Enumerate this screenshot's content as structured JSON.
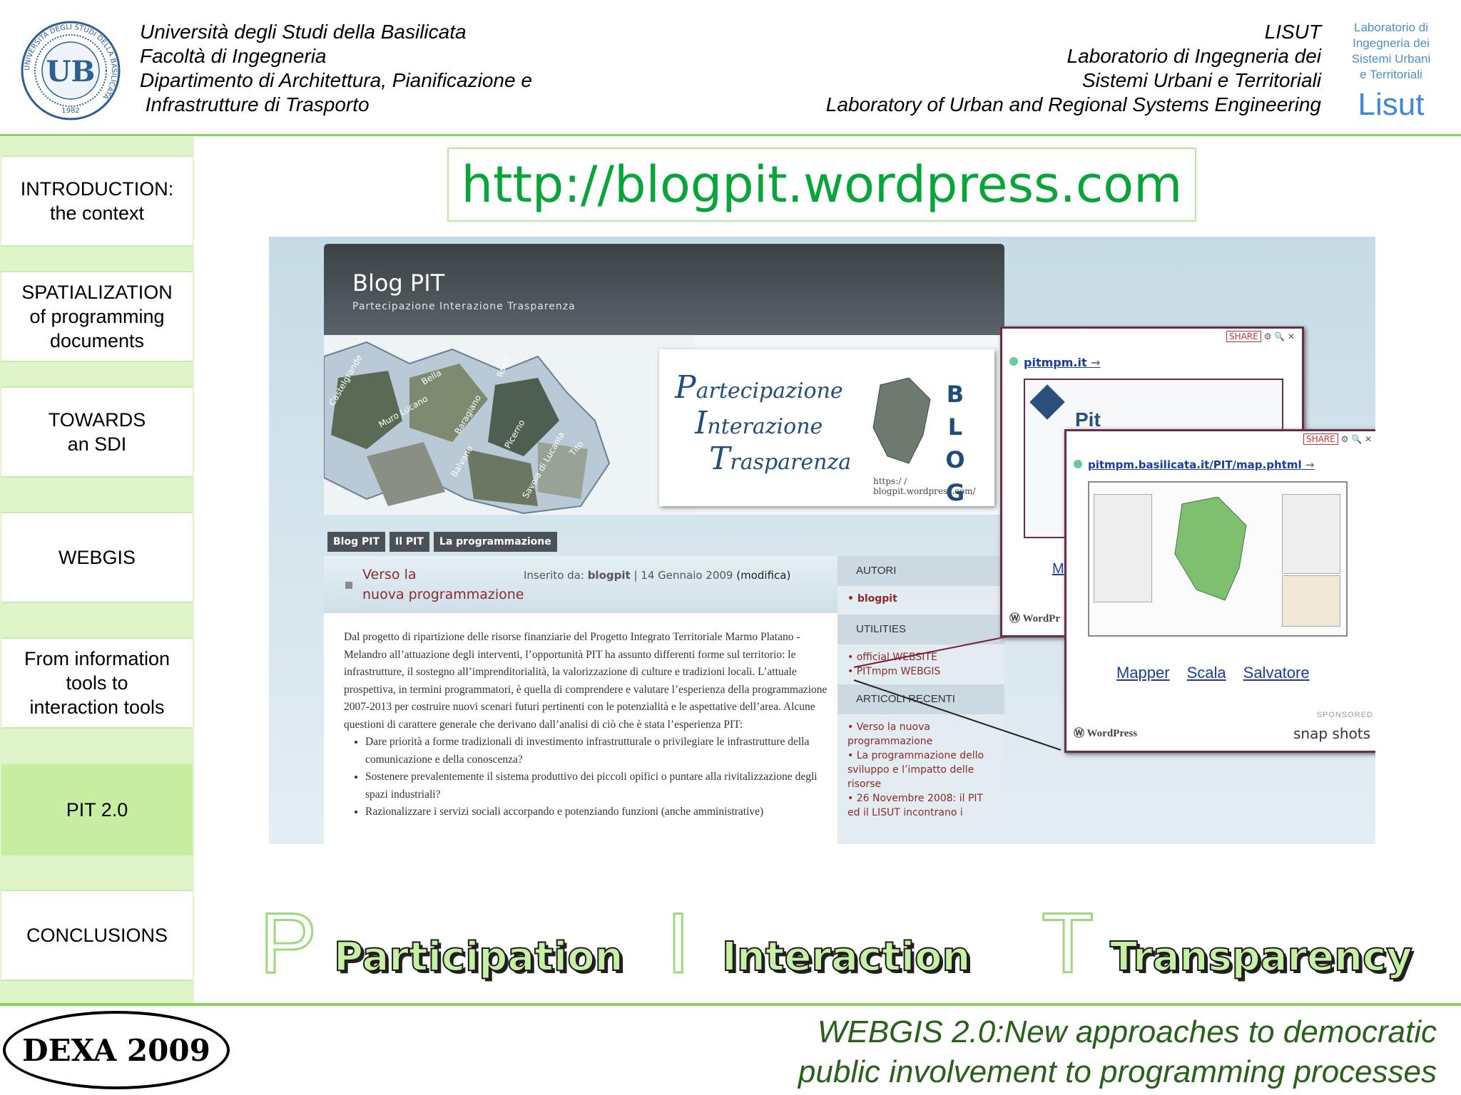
{
  "header": {
    "left_lines": [
      "Università degli Studi della Basilicata",
      "Facoltà di Ingegneria",
      "Dipartimento di Architettura, Pianificazione e",
      " Infrastrutture di Trasporto"
    ],
    "right_lines": [
      "LISUT",
      "Laboratorio di Ingegneria dei",
      "Sistemi Urbani e Territoriali",
      "Laboratory of Urban and Regional Systems Engineering"
    ],
    "unibas_logo": {
      "ring_text": "UNIVERSITÀ DEGLI STUDI DELLA BASILICATA",
      "monogram": "UB",
      "year": "1982"
    },
    "lisut_logo": {
      "lines": [
        "Laboratorio di",
        "Ingegneria dei",
        "Sistemi Urbani",
        "e Territoriali"
      ],
      "mark": "Lisut"
    }
  },
  "sidebar": {
    "items": [
      {
        "lines": [
          "INTRODUCTION:",
          "the context"
        ],
        "active": false
      },
      {
        "lines": [
          "SPATIALIZATION",
          "of programming",
          "documents"
        ],
        "active": false
      },
      {
        "lines": [
          "TOWARDS",
          "an SDI"
        ],
        "active": false
      },
      {
        "lines": [
          "WEBGIS"
        ],
        "active": false
      },
      {
        "lines": [
          "From information",
          "tools to",
          "interaction tools"
        ],
        "active": true
      },
      {
        "lines": [
          "PIT 2.0"
        ],
        "active": true
      },
      {
        "lines": [
          "CONCLUSIONS"
        ],
        "active": false
      }
    ]
  },
  "url": "http://blogpit.wordpress.com",
  "blog": {
    "title": "Blog PIT",
    "subtitle": "Partecipazione Interazione Trasparenza",
    "banner_words": [
      "artecipazione",
      "nterazione",
      "rasparenza"
    ],
    "banner_letters": [
      "P",
      "I",
      "T"
    ],
    "blog_vertical": [
      "B",
      "L",
      "O",
      "G"
    ],
    "banner_url": "https:/ / blogpit.wordpress.com/",
    "map_places": [
      "Castelgrande",
      "Bella",
      "Ruoti",
      "Muro Lucano",
      "Baragiano",
      "Picerno",
      "Balvano",
      "Tito",
      "Savoia di Lucania"
    ],
    "tabs": [
      "Blog PIT",
      "Il PIT",
      "La programmazione"
    ],
    "post_title_lines": [
      "Verso la",
      "nuova programmazione"
    ],
    "post_meta_prefix": "Inserito da:",
    "post_meta_author": "blogpit",
    "post_meta_date": "| 14 Gennaio 2009",
    "post_meta_edit": "(modifica)",
    "post_paragraph": "Dal progetto di ripartizione delle risorse finanziarie del Progetto Integrato Territoriale Marmo Platano - Melandro all’attuazione degli interventi, l’opportunità PIT ha assunto differenti forme sul territorio: le infrastrutture, il sostegno all’imprenditorialità, la valorizzazione di culture e tradizioni locali. L’attuale prospettiva, in termini programmatori, è quella di comprendere e valutare l’esperienza della programmazione 2007-2013 per costruire nuovi scenari futuri pertinenti con le potenzialità e le aspettative dell’area. Alcune questioni di carattere generale che derivano dall’analisi di ciò che è stata l’esperienza PIT:",
    "post_bullets": [
      "Dare priorità a forme tradizionali di investimento infrastrutturale o privilegiare le infrastrutture della comunicazione e della conoscenza?",
      "Sostenere prevalentemente il sistema produttivo dei piccoli opifici o puntare alla rivitalizzazione degli spazi industriali?",
      "Razionalizzare i servizi sociali accorpando e potenziando funzioni (anche amministrative)"
    ],
    "side": {
      "authors_head": "AUTORI",
      "authors": [
        "blogpit"
      ],
      "utilities_head": "UTILITIES",
      "utilities": [
        "official WEBSITE",
        "PITmpm WEBGIS"
      ],
      "recent_head": "ARTICOLI RECENTI",
      "recent": [
        "Verso la nuova programmazione",
        "La programmazione dello sviluppo e l’impatto delle risorse",
        "26 Novembre 2008: il PIT ed il LISUT incontrano i"
      ]
    }
  },
  "popup1": {
    "share": "SHARE",
    "link": "pitmpm.it",
    "arrow": "→",
    "label": "Pit",
    "wordpress": "WordPr",
    "partial_link": "M"
  },
  "popup2": {
    "share": "SHARE",
    "link": "pitmpm.basilicata.it/PIT/map.phtml",
    "arrow": "→",
    "links": [
      "Mapper",
      "Scala",
      "Salvatore"
    ],
    "sponsored": "SPONSORED",
    "wordpress": "WordPress",
    "snap": "snap shots"
  },
  "pit_row": [
    {
      "letter": "P",
      "word": "Participation"
    },
    {
      "letter": "I",
      "word": "Interaction"
    },
    {
      "letter": "T",
      "word": "Transparency"
    }
  ],
  "footer": {
    "logo": "DEXA 2009",
    "lines": [
      "WEBGIS 2.0:New approaches to democratic",
      "public involvement to programming processes"
    ]
  },
  "colors": {
    "accent_green": "#86d35a",
    "url_green": "#0aa53a",
    "footer_text": "#27611a",
    "sidebar_bg": "#dff4c8",
    "active_item": "#c6eda0"
  }
}
